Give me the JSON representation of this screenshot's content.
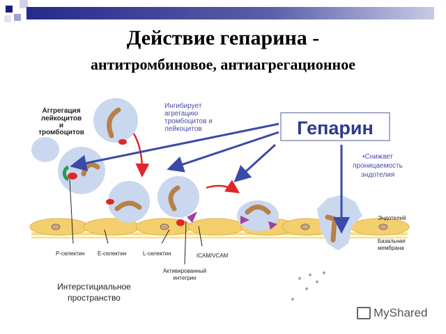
{
  "title": {
    "line1": "Действие гепарина -",
    "line2": "антитромбиновое, антиагрегационное"
  },
  "diagram": {
    "heparin_box": "Гепарин",
    "aggregation_label": [
      "Аггрегация",
      "лейкоцитов",
      "и",
      "тромбоцитов"
    ],
    "inhibits_label": [
      "Ингибирует",
      "агрегацию",
      "тромбоцитов и",
      "лейкоцитов"
    ],
    "permeability_label": [
      "•Снижает",
      "проницаемость",
      "эндотелия"
    ],
    "endothelium": "Эндотелий",
    "basal_membrane": [
      "Базальная",
      "мембрана"
    ],
    "p_selectin": "P-селектин",
    "e_selectin": "E-селектин",
    "l_selectin": "L-селектин",
    "icam_vcam": "ICAM/VCAM",
    "activated_integrin": [
      "Активированный",
      "интегрин"
    ],
    "interstitial": [
      "Интерстициальное",
      "пространство"
    ]
  },
  "watermark": "MyShared",
  "colors": {
    "accent": "#262a8c",
    "arrow_blue": "#3a4ba8",
    "arrow_red": "#e0262a",
    "cell": "#f3cf6e",
    "leukocyte": "#c9d8ee"
  }
}
